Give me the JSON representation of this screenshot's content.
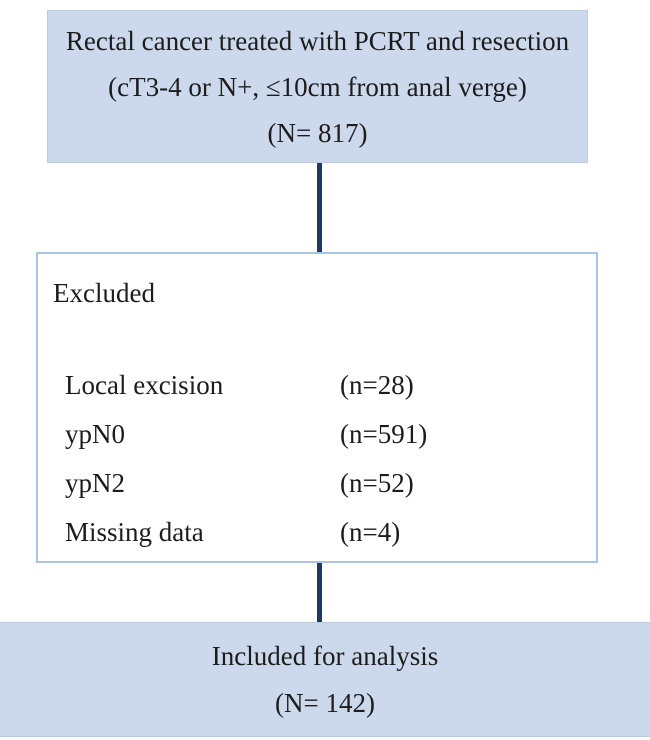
{
  "figure": {
    "description": "Patient selection flow diagram",
    "colors": {
      "box_fill": "#ccd9ec",
      "excluded_box_border": "#a9c4e4",
      "connector": "#1f3864",
      "text": "#1c1c1c"
    },
    "top_box": {
      "line1": "Rectal cancer treated with PCRT and resection",
      "line2": "(cT3-4 or N+, ≤10cm from anal verge)",
      "line3": "(N= 817)"
    },
    "excluded_box": {
      "title": "Excluded",
      "items": [
        {
          "label": "Local excision",
          "count": "(n=28)"
        },
        {
          "label": "ypN0",
          "count": "(n=591)"
        },
        {
          "label": "ypN2",
          "count": "(n=52)"
        },
        {
          "label": "Missing data",
          "count": "(n=4)"
        }
      ]
    },
    "bottom_box": {
      "line1": "Included for analysis",
      "line2": "(N= 142)"
    }
  }
}
